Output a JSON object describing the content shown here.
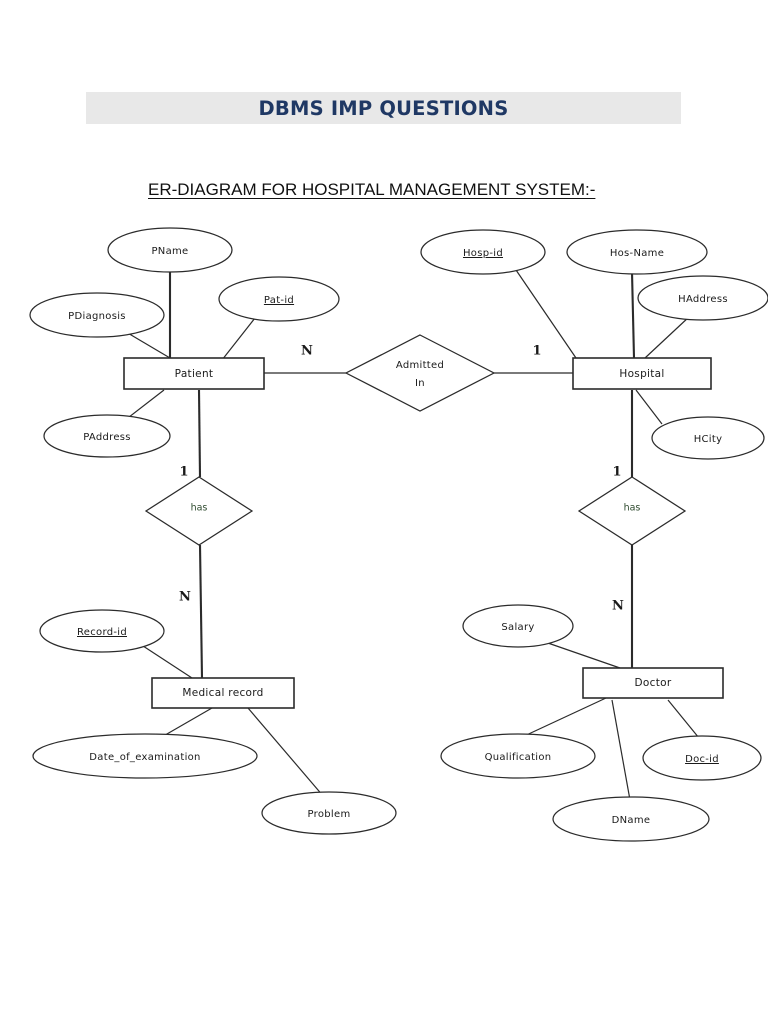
{
  "document": {
    "title": "DBMS IMP QUESTIONS",
    "title_color": "#1f3864",
    "title_band_color": "#e8e8e8",
    "subtitle": "ER-DIAGRAM FOR HOSPITAL MANAGEMENT SYSTEM:-",
    "page_background": "#ffffff",
    "ink_color": "#2b2b2b"
  },
  "diagram": {
    "type": "er-diagram",
    "entities": [
      {
        "id": "patient",
        "label": "Patient"
      },
      {
        "id": "hospital",
        "label": "Hospital"
      },
      {
        "id": "medical_record",
        "label": "Medical record"
      },
      {
        "id": "doctor",
        "label": "Doctor"
      }
    ],
    "relationships": [
      {
        "id": "admitted_in",
        "label_line1": "Admitted",
        "label_line2": "In",
        "from": "patient",
        "to": "hospital",
        "from_cardinality": "N",
        "to_cardinality": "1"
      },
      {
        "id": "patient_has",
        "label": "has",
        "from": "patient",
        "to": "medical_record",
        "from_cardinality": "1",
        "to_cardinality": "N"
      },
      {
        "id": "hospital_has",
        "label": "has",
        "from": "hospital",
        "to": "doctor",
        "from_cardinality": "1",
        "to_cardinality": "N"
      }
    ],
    "attributes": {
      "patient": [
        {
          "label": "PName",
          "key": false
        },
        {
          "label": "Pat-id",
          "key": true
        },
        {
          "label": "PDiagnosis",
          "key": false
        },
        {
          "label": "PAddress",
          "key": false
        }
      ],
      "hospital": [
        {
          "label": "Hosp-id",
          "key": true
        },
        {
          "label": "Hos-Name",
          "key": false
        },
        {
          "label": "HAddress",
          "key": false
        },
        {
          "label": "HCity",
          "key": false
        }
      ],
      "medical_record": [
        {
          "label": "Record-id",
          "key": true
        },
        {
          "label": "Date_of_examination",
          "key": false
        },
        {
          "label": "Problem",
          "key": false
        }
      ],
      "doctor": [
        {
          "label": "Salary",
          "key": false
        },
        {
          "label": "Qualification",
          "key": false
        },
        {
          "label": "DName",
          "key": false
        },
        {
          "label": "Doc-id",
          "key": true
        }
      ]
    },
    "cardinality_labels": [
      "N",
      "1",
      "1",
      "N",
      "1",
      "N"
    ]
  }
}
